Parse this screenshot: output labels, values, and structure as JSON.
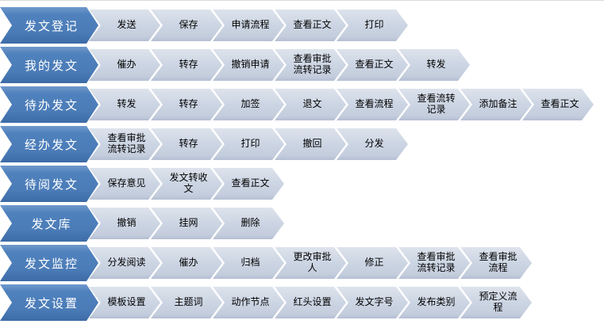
{
  "colors": {
    "category_fill": "#4f81bd",
    "category_fill_dark": "#3d6ba6",
    "category_text": "#ffffff",
    "step_fill": "#ccd5e3",
    "step_text": "#000000",
    "background": "#ffffff",
    "hairline": "#d9d9d9"
  },
  "rows": [
    {
      "category": "发文登记",
      "steps": [
        "发送",
        "保存",
        "申请流程",
        "查看正文",
        "打印"
      ]
    },
    {
      "category": "我的发文",
      "steps": [
        "催办",
        "转存",
        "撤销申请",
        "查看审批\n流转记录",
        "查看正文",
        "转发"
      ]
    },
    {
      "category": "待办发文",
      "steps": [
        "转发",
        "转存",
        "加签",
        "退文",
        "查看流程",
        "查看流转\n记录",
        "添加备注",
        "查看正文"
      ]
    },
    {
      "category": "经办发文",
      "steps": [
        "查看审批\n流转记录",
        "转存",
        "打印",
        "撤回",
        "分发"
      ]
    },
    {
      "category": "待阅发文",
      "steps": [
        "保存意见",
        "发文转收\n文",
        "查看正文"
      ]
    },
    {
      "category": "发文库",
      "steps": [
        "撤销",
        "挂网",
        "删除"
      ]
    },
    {
      "category": "发文监控",
      "steps": [
        "分发阅读",
        "催办",
        "归档",
        "更改审批\n人",
        "修正",
        "查看审批\n流转记录",
        "查看审批\n流程"
      ]
    },
    {
      "category": "发文设置",
      "steps": [
        "模板设置",
        "主题词",
        "动作节点",
        "红头设置",
        "发文字号",
        "发布类别",
        "预定义流\n程"
      ]
    }
  ]
}
